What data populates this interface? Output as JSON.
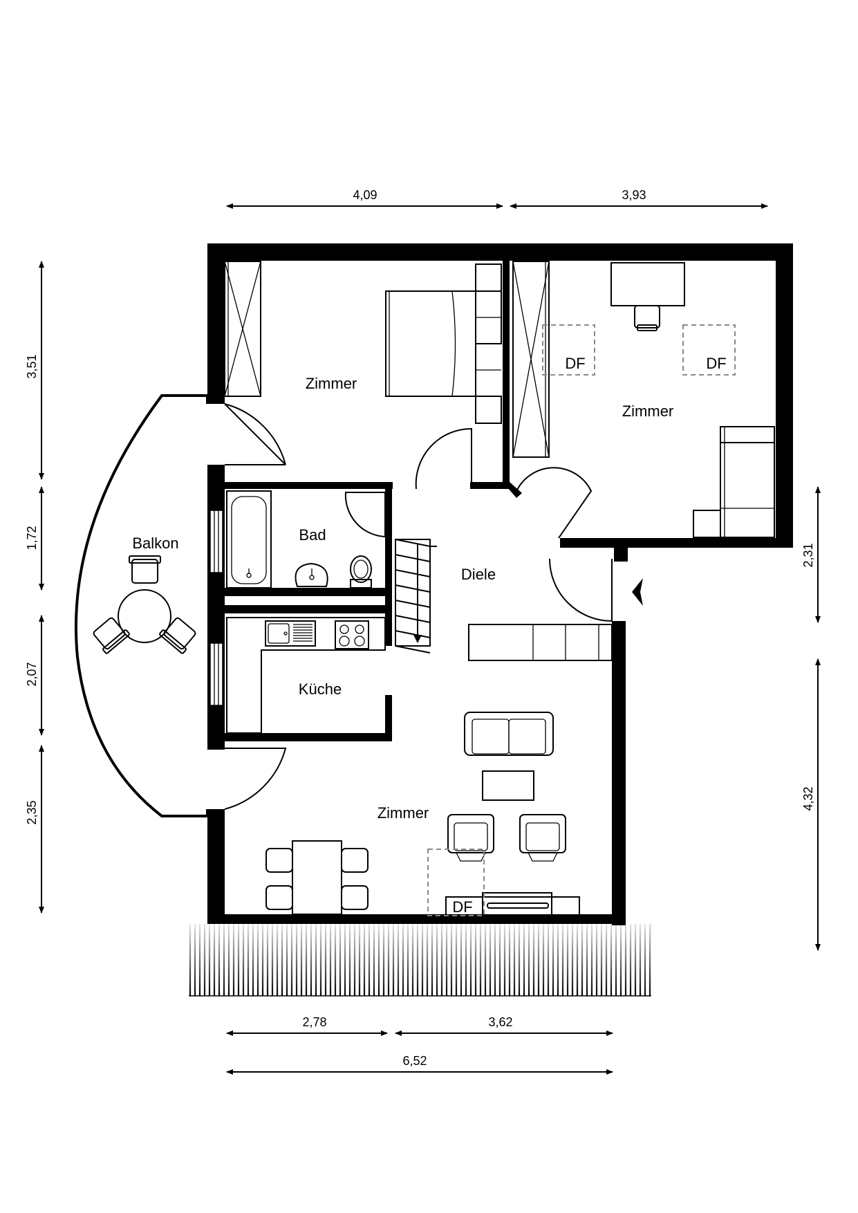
{
  "rooms": {
    "zimmer_top_left": "Zimmer",
    "zimmer_top_right": "Zimmer",
    "balkon": "Balkon",
    "bad": "Bad",
    "diele": "Diele",
    "kueche": "Küche",
    "zimmer_bottom": "Zimmer"
  },
  "skylights": {
    "df_1": "DF",
    "df_2": "DF",
    "df_3": "DF"
  },
  "dimensions": {
    "top_left": "4,09",
    "top_right": "3,93",
    "left_1": "3,51",
    "left_2": "1,72",
    "left_3": "2,07",
    "left_4": "2,35",
    "right_1": "2,31",
    "right_2": "4,32",
    "bottom_left": "2,78",
    "bottom_right": "3,62",
    "bottom_total": "6,52"
  }
}
